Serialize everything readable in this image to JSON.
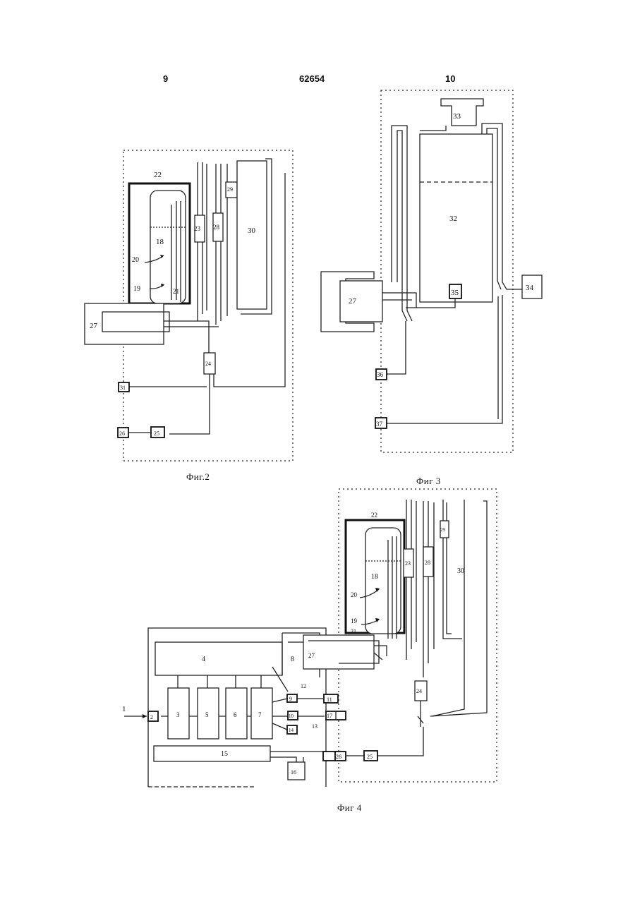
{
  "header": {
    "left_page": "9",
    "patent_number": "62654",
    "right_page": "10"
  },
  "captions": {
    "fig2": "Фиг.2",
    "fig3": "Фиг 3",
    "fig4": "Фиг 4"
  },
  "fig2": {
    "labels": [
      "22",
      "18",
      "20",
      "19",
      "21",
      "23",
      "28",
      "29",
      "30",
      "27",
      "24",
      "31",
      "26",
      "25"
    ]
  },
  "fig3": {
    "labels": [
      "33",
      "32",
      "35",
      "34",
      "27",
      "36",
      "37"
    ]
  },
  "fig4": {
    "labels": [
      "1",
      "2",
      "3",
      "4",
      "5",
      "6",
      "7",
      "8",
      "9",
      "10",
      "11",
      "12",
      "13",
      "14",
      "15",
      "16",
      "17",
      "18",
      "19",
      "20",
      "21",
      "22",
      "23",
      "24",
      "25",
      "26",
      "27",
      "28",
      "29",
      "30"
    ]
  }
}
